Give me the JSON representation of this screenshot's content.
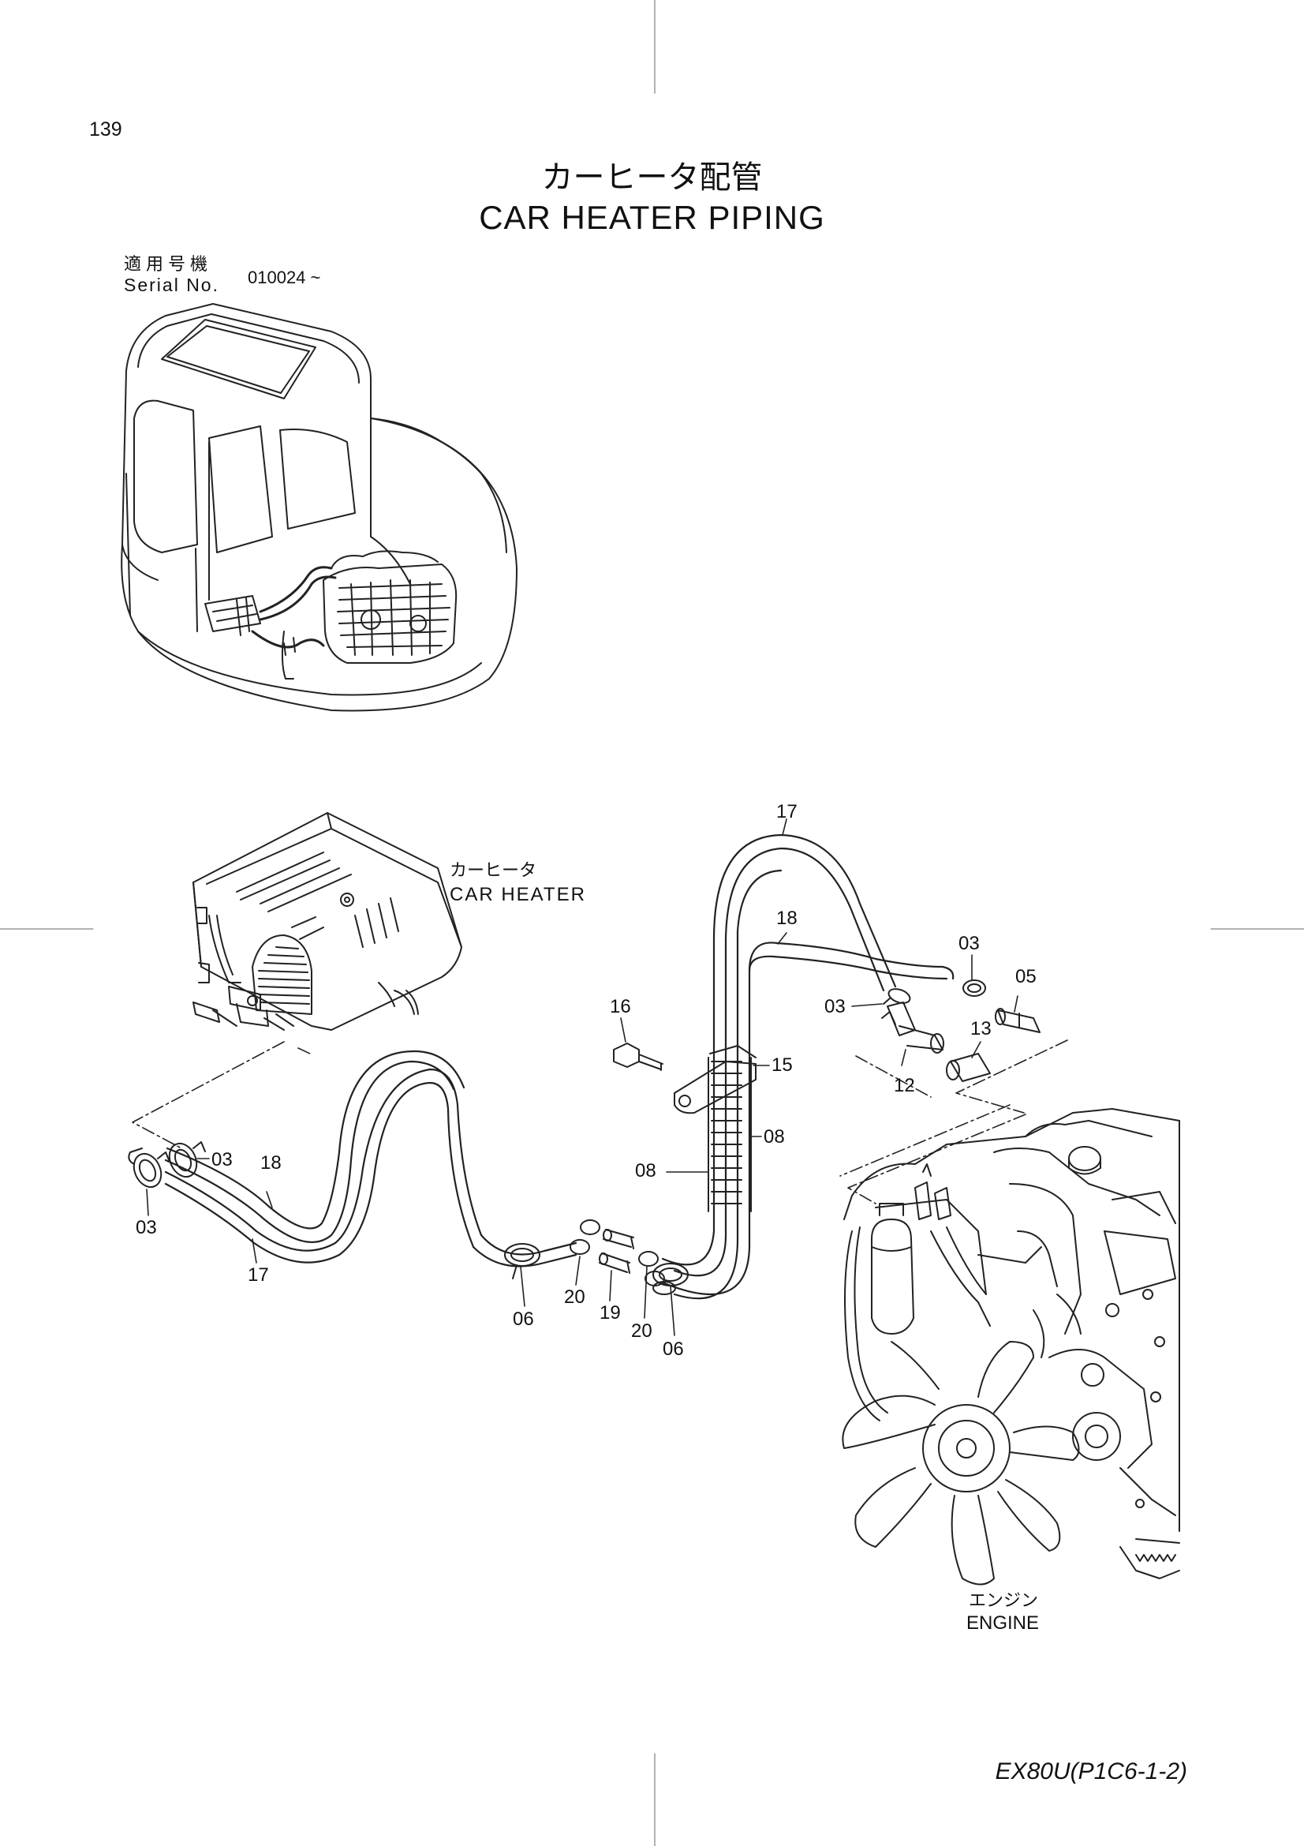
{
  "page": {
    "number": "139",
    "title_jp": "カーヒータ配管",
    "title_en": "CAR HEATER PIPING",
    "serial_label_jp": "適用号機",
    "serial_label_en": "Serial No.",
    "serial_value": "010024 ~",
    "footer_code": "EX80U(P1C6-1-2)"
  },
  "components": {
    "car_heater_jp": "カーヒータ",
    "car_heater_en": "CAR HEATER",
    "engine_jp": "エンジン",
    "engine_en": "ENGINE"
  },
  "callouts": [
    "17",
    "18",
    "03",
    "05",
    "03",
    "13",
    "16",
    "15",
    "12",
    "08",
    "08",
    "03",
    "18",
    "03",
    "17",
    "06",
    "20",
    "19",
    "20",
    "06"
  ]
}
